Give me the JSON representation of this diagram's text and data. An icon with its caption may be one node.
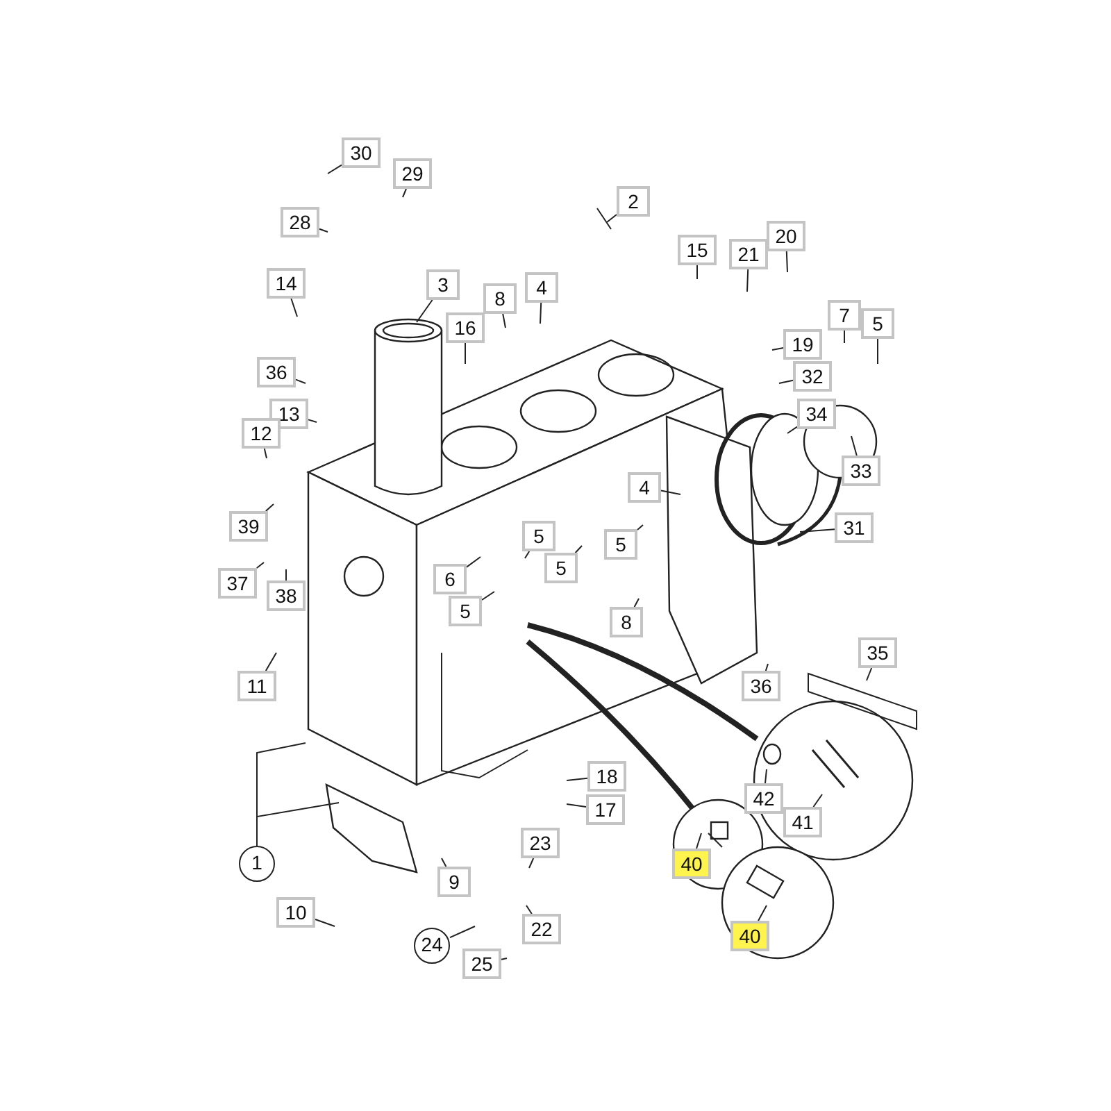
{
  "diagram": {
    "nodes": [
      {
        "text": [
          "30"
        ]
      },
      {
        "text": [
          "29"
        ]
      },
      {
        "text": [
          "28"
        ]
      },
      {
        "text": [
          "2"
        ]
      },
      {
        "text": [
          "14"
        ]
      },
      {
        "text": [
          "3"
        ]
      },
      {
        "text": [
          "8"
        ]
      },
      {
        "text": [
          "4"
        ]
      },
      {
        "text": [
          "16"
        ]
      },
      {
        "text": [
          "15"
        ]
      },
      {
        "text": [
          "21"
        ]
      },
      {
        "text": [
          "20"
        ]
      },
      {
        "text": [
          "7"
        ]
      },
      {
        "text": [
          "5"
        ]
      },
      {
        "text": [
          "19"
        ]
      },
      {
        "text": [
          "36"
        ]
      },
      {
        "text": [
          "13"
        ]
      },
      {
        "text": [
          "32"
        ]
      },
      {
        "text": [
          "34"
        ]
      },
      {
        "text": [
          "33"
        ]
      },
      {
        "text": [
          "12"
        ]
      },
      {
        "text": [
          "31"
        ]
      },
      {
        "text": [
          "4"
        ]
      },
      {
        "text": [
          "39"
        ]
      },
      {
        "text": [
          "37"
        ]
      },
      {
        "text": [
          "38"
        ]
      },
      {
        "text": [
          "6"
        ]
      },
      {
        "text": [
          "5"
        ]
      },
      {
        "text": [
          "5"
        ]
      },
      {
        "text": [
          "5"
        ]
      },
      {
        "text": [
          "5"
        ]
      },
      {
        "text": [
          "8"
        ]
      },
      {
        "text": [
          "11"
        ]
      },
      {
        "text": [
          "36"
        ]
      },
      {
        "text": [
          "35"
        ]
      },
      {
        "text": [
          "42"
        ]
      },
      {
        "text": [
          "41"
        ]
      },
      {
        "text": [
          "40"
        ]
      },
      {
        "text": [
          "40"
        ]
      },
      {
        "text": [
          "18"
        ]
      },
      {
        "text": [
          "17"
        ]
      },
      {
        "text": [
          "1"
        ]
      },
      {
        "text": [
          "9"
        ]
      },
      {
        "text": [
          "23"
        ]
      },
      {
        "text": [
          "22"
        ]
      },
      {
        "text": [
          "10"
        ]
      },
      {
        "text": [
          "24"
        ]
      },
      {
        "text": [
          "25"
        ]
      }
    ],
    "edges": [
      {
        "from": 0,
        "to": null,
        "arrow": "none"
      },
      {
        "from": 1,
        "to": null,
        "arrow": "none"
      },
      {
        "from": 2,
        "to": null,
        "arrow": "none"
      },
      {
        "from": 3,
        "to": null,
        "arrow": "none"
      },
      {
        "from": 4,
        "to": null,
        "arrow": "none"
      },
      {
        "from": 5,
        "to": null,
        "arrow": "none"
      },
      {
        "from": 6,
        "to": null,
        "arrow": "none"
      },
      {
        "from": 7,
        "to": null,
        "arrow": "none"
      },
      {
        "from": 8,
        "to": null,
        "arrow": "none"
      },
      {
        "from": 9,
        "to": null,
        "arrow": "none"
      },
      {
        "from": 10,
        "to": null,
        "arrow": "none"
      },
      {
        "from": 11,
        "to": null,
        "arrow": "none"
      },
      {
        "from": 12,
        "to": null,
        "arrow": "none"
      },
      {
        "from": 13,
        "to": null,
        "arrow": "none"
      },
      {
        "from": 14,
        "to": null,
        "arrow": "none"
      },
      {
        "from": 15,
        "to": null,
        "arrow": "none"
      },
      {
        "from": 16,
        "to": null,
        "arrow": "none"
      },
      {
        "from": 17,
        "to": null,
        "arrow": "none"
      },
      {
        "from": 18,
        "to": null,
        "arrow": "none"
      },
      {
        "from": 19,
        "to": null,
        "arrow": "none"
      },
      {
        "from": 20,
        "to": null,
        "arrow": "none"
      },
      {
        "from": 21,
        "to": null,
        "arrow": "none"
      },
      {
        "from": 22,
        "to": null,
        "arrow": "none"
      },
      {
        "from": 23,
        "to": null,
        "arrow": "none"
      },
      {
        "from": 24,
        "to": null,
        "arrow": "none"
      },
      {
        "from": 25,
        "to": null,
        "arrow": "none"
      },
      {
        "from": 26,
        "to": null,
        "arrow": "none"
      },
      {
        "from": 27,
        "to": null,
        "arrow": "none"
      },
      {
        "from": 28,
        "to": null,
        "arrow": "none"
      },
      {
        "from": 29,
        "to": null,
        "arrow": "none"
      },
      {
        "from": 30,
        "to": null,
        "arrow": "none"
      },
      {
        "from": 31,
        "to": null,
        "arrow": "none"
      },
      {
        "from": 32,
        "to": null,
        "arrow": "none"
      },
      {
        "from": 33,
        "to": null,
        "arrow": "none"
      },
      {
        "from": 34,
        "to": null,
        "arrow": "none"
      },
      {
        "from": 35,
        "to": null,
        "arrow": "none"
      },
      {
        "from": 36,
        "to": null,
        "arrow": "none"
      },
      {
        "from": 37,
        "to": null,
        "arrow": "none"
      },
      {
        "from": 38,
        "to": null,
        "arrow": "none"
      },
      {
        "from": 39,
        "to": null,
        "arrow": "none"
      },
      {
        "from": 40,
        "to": null,
        "arrow": "none"
      },
      {
        "from": 41,
        "to": null,
        "arrow": "none"
      },
      {
        "from": 42,
        "to": null,
        "arrow": "none"
      },
      {
        "from": 43,
        "to": null,
        "arrow": "none"
      },
      {
        "from": 44,
        "to": null,
        "arrow": "none"
      },
      {
        "from": 45,
        "to": null,
        "arrow": "none"
      },
      {
        "from": 46,
        "to": null,
        "arrow": "none"
      },
      {
        "from": 47,
        "to": null,
        "arrow": "none"
      },
      {
        "from": 41,
        "to": null,
        "arrow": "none"
      }
    ]
  }
}
